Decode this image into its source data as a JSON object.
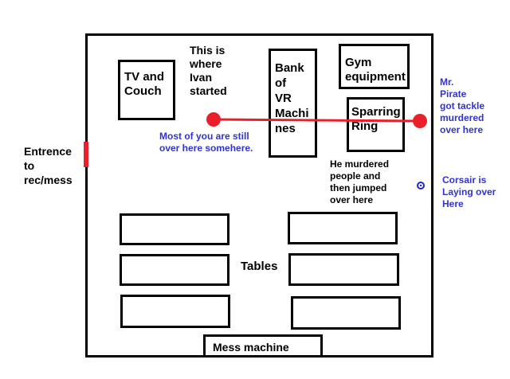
{
  "colors": {
    "wall": "#000000",
    "route": "#e8202a",
    "note_blue": "#3333cc",
    "marker": "#2222cc",
    "entrance_door": "#e8202a"
  },
  "labels": {
    "entrance": "Entrence\nto\nrec/mess",
    "tv_couch": "TV and\nCouch",
    "ivan_start": "This is\nwhere\nIvan\nstarted",
    "vr_bank": "Bank\nof\nVR\nMachi\nnes",
    "gym": "Gym\nequipment",
    "sparring": "Sparring\nRing",
    "tables": "Tables",
    "mess_machine": "Mess machine"
  },
  "notes": {
    "most_of_you": "Most of you are still\nover here somehere.",
    "mr_pirate": "Mr.\nPirate\ngot tackle\nmurdered\nover here",
    "he_murdered": "He murdered\npeople and\nthen jumped\nover here",
    "corsair": "Corsair is\nLaying over\nHere"
  },
  "icons": {
    "start_point": "red-dot-icon",
    "end_point": "red-dot-icon",
    "corsair_marker": "blue-ring-icon"
  }
}
